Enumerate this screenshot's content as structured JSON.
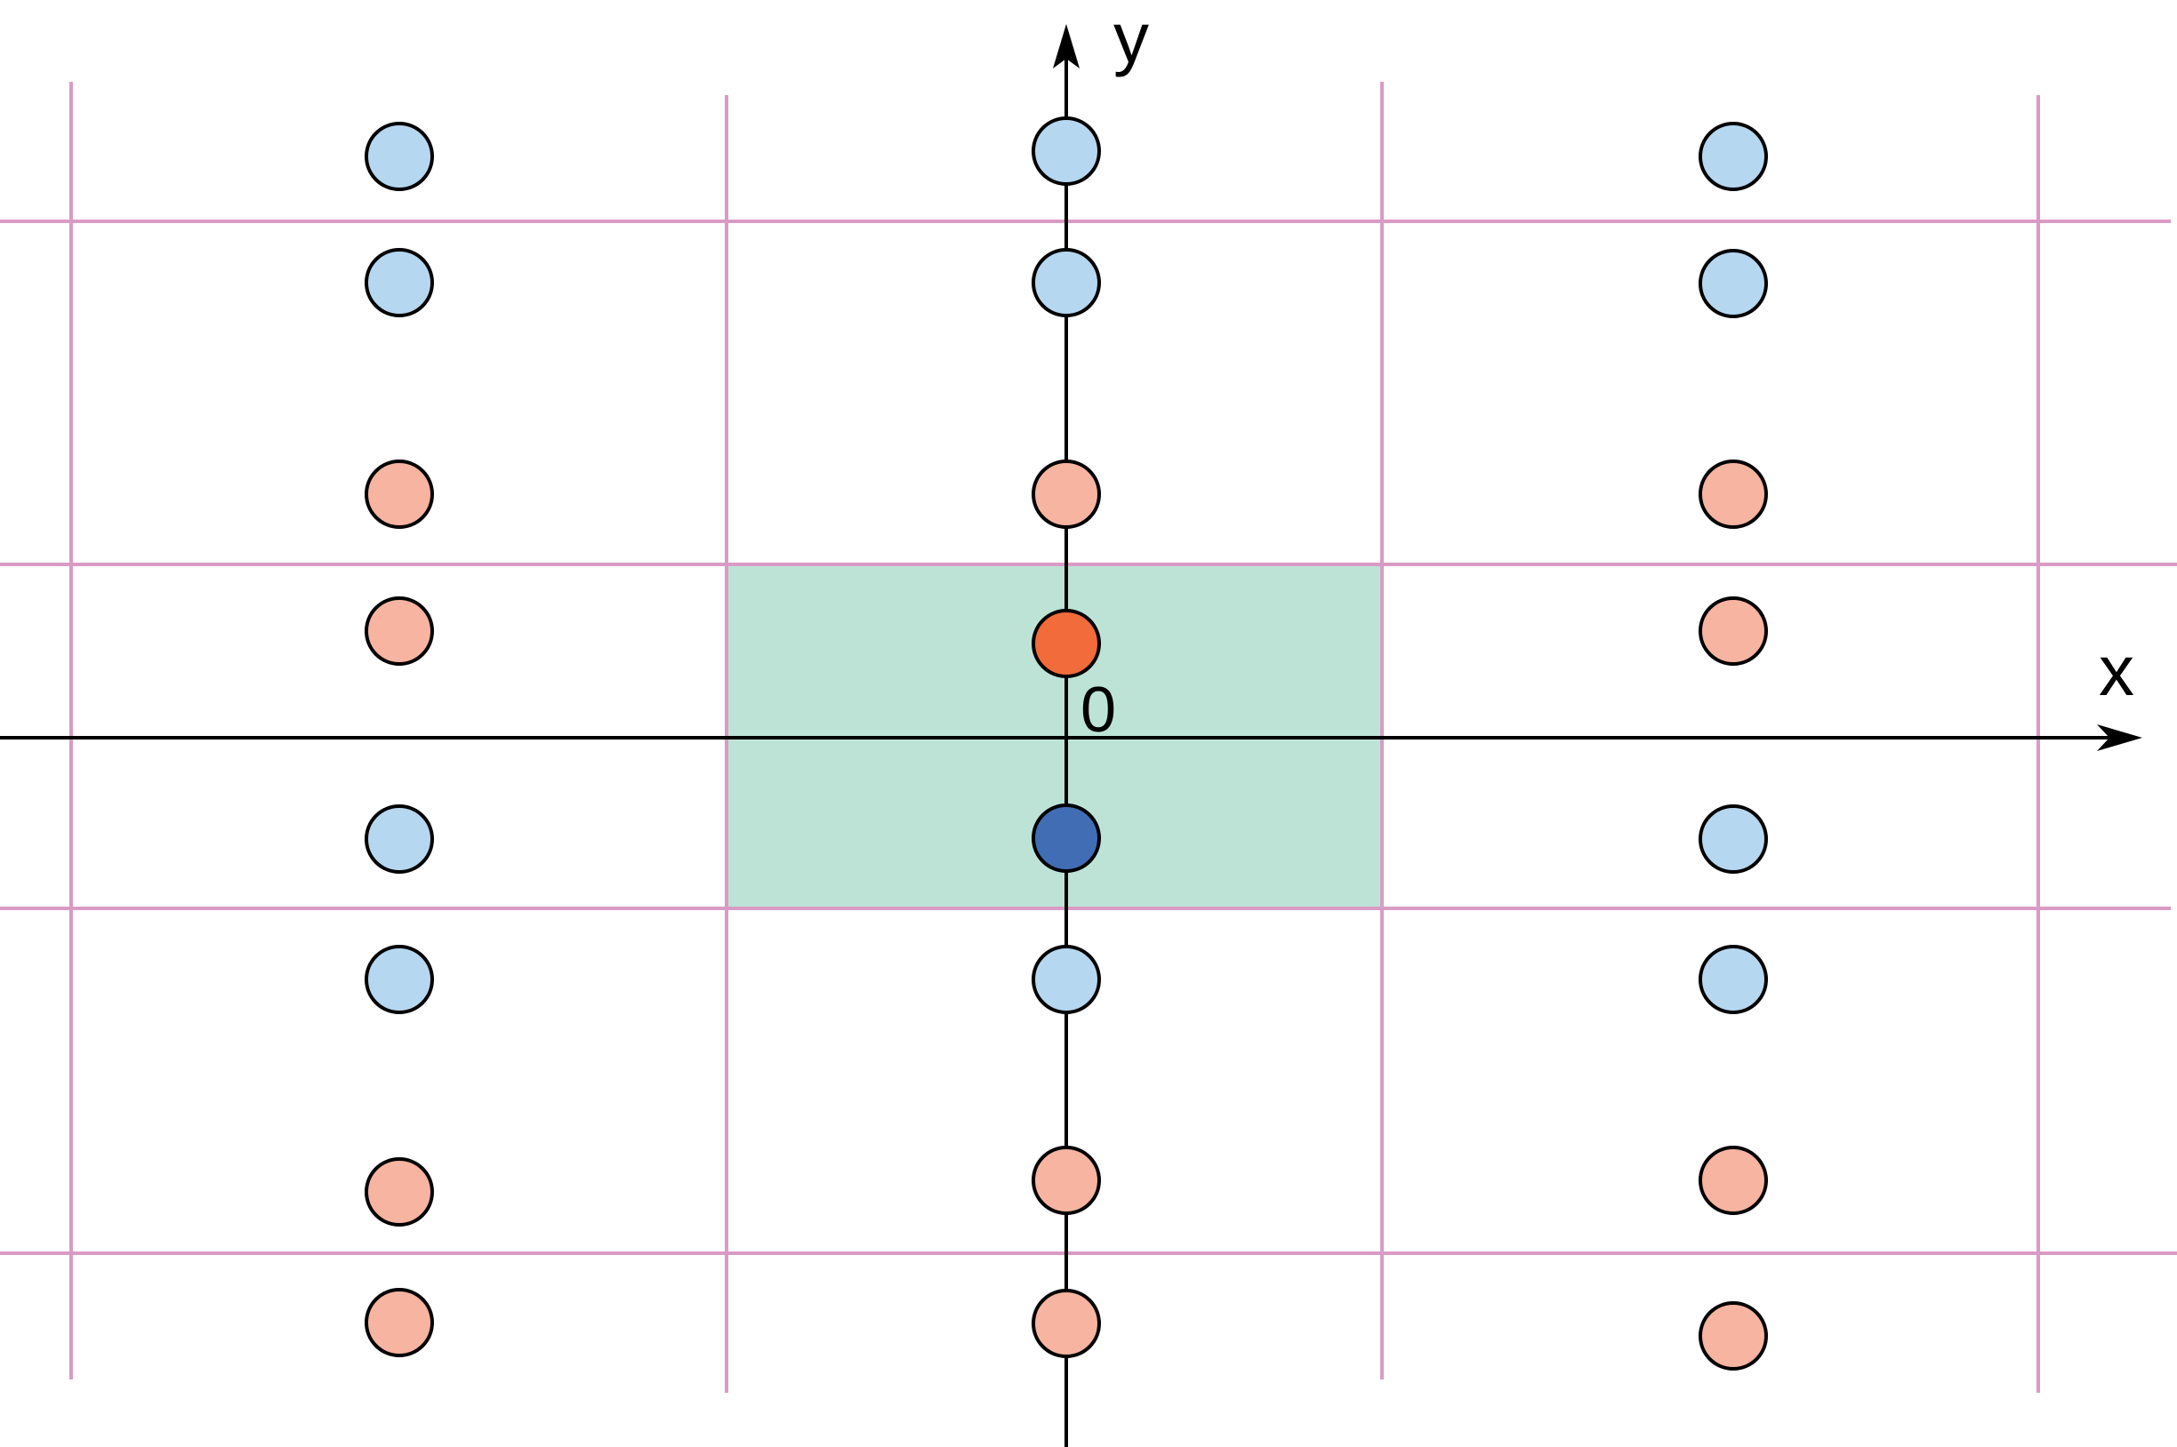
{
  "diagram": {
    "type": "periodic-lattice",
    "axes": {
      "x_label": "x",
      "y_label": "y",
      "origin_label": "0"
    },
    "colors": {
      "grid_line": "#D99BC5",
      "unit_cell_fill": "#BDE3D7",
      "axis": "#000000",
      "light_blue": "#B6D7F0",
      "salmon": "#F7B4A0",
      "highlight_orange": "#F26B3A",
      "highlight_blue": "#416DB4",
      "outline": "#000000"
    },
    "cells": {
      "columns": 3,
      "rows": 3,
      "highlighted_cell": {
        "column": 1,
        "row": 1
      }
    },
    "particle_columns": [
      {
        "column": -1,
        "particles": [
          "light_blue",
          "light_blue",
          "salmon",
          "salmon",
          "light_blue",
          "light_blue",
          "salmon",
          "salmon"
        ]
      },
      {
        "column": 0,
        "particles": [
          "light_blue",
          "light_blue",
          "salmon",
          "highlight_orange",
          "highlight_blue",
          "light_blue",
          "salmon",
          "salmon"
        ]
      },
      {
        "column": 1,
        "particles": [
          "light_blue",
          "light_blue",
          "salmon",
          "salmon",
          "light_blue",
          "light_blue",
          "salmon",
          "salmon"
        ]
      }
    ]
  }
}
